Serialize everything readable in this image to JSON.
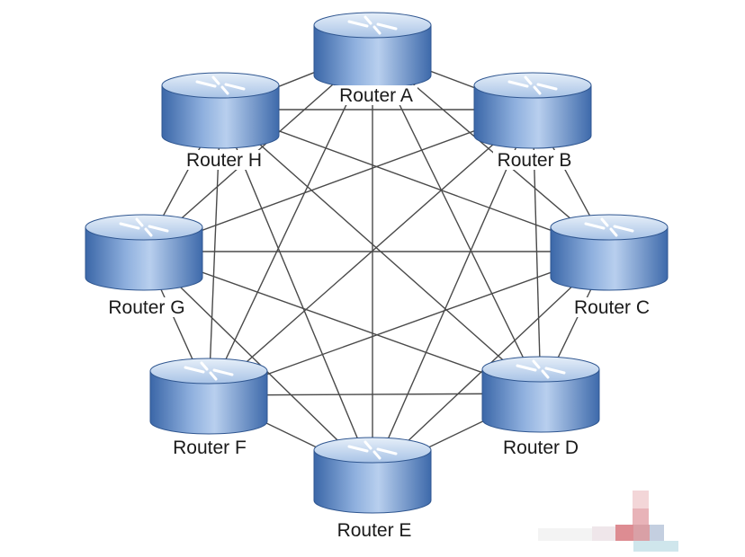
{
  "diagram": {
    "routers": [
      {
        "id": "A",
        "label": "Router A"
      },
      {
        "id": "B",
        "label": "Router B"
      },
      {
        "id": "C",
        "label": "Router C"
      },
      {
        "id": "D",
        "label": "Router D"
      },
      {
        "id": "E",
        "label": "Router E"
      },
      {
        "id": "F",
        "label": "Router F"
      },
      {
        "id": "G",
        "label": "Router G"
      },
      {
        "id": "H",
        "label": "Router H"
      }
    ],
    "topology": "full-mesh",
    "colors": {
      "router_body": "#4f7fc4",
      "router_body_light": "#a9c4e8",
      "router_top": "#d6e4f5",
      "link": "#4a4a4a"
    }
  }
}
